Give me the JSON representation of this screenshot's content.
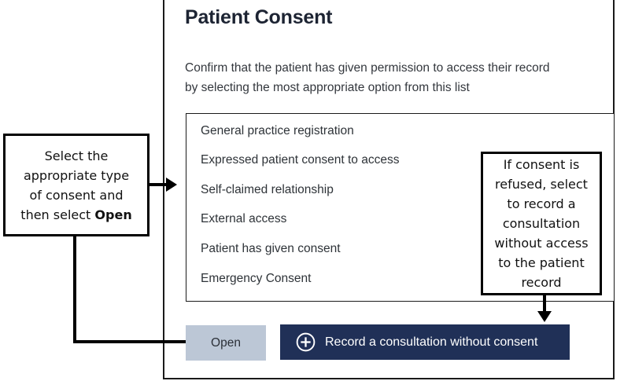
{
  "panel": {
    "title": "Patient Consent",
    "description_line1": "Confirm that the patient has given permission to access their record",
    "description_line2": "by selecting the most appropriate option from this list"
  },
  "consent_list": {
    "items": [
      {
        "label": "General practice registration"
      },
      {
        "label": "Expressed patient consent to access"
      },
      {
        "label": "Self-claimed relationship"
      },
      {
        "label": "External access"
      },
      {
        "label": "Patient has given consent"
      },
      {
        "label": "Emergency Consent"
      }
    ]
  },
  "buttons": {
    "open_label": "Open",
    "record_label": "Record a consultation without consent",
    "record_icon": "plus-circle-icon"
  },
  "annotations": {
    "left": {
      "line1": "Select the",
      "line2": "appropriate type",
      "line3": "of consent and",
      "line4_prefix": "then select ",
      "line4_bold": "Open"
    },
    "right": {
      "line1": "If consent is",
      "line2": "refused, select",
      "line3": "to record a",
      "line4": "consultation",
      "line5": "without access",
      "line6": "to the patient",
      "line7": "record"
    }
  },
  "colors": {
    "panel_border": "#1a1a1a",
    "title_text": "#1d2433",
    "open_button_bg": "#bcc7d6",
    "record_button_bg": "#203057",
    "record_button_text": "#ffffff",
    "annotation_border": "#000000"
  }
}
